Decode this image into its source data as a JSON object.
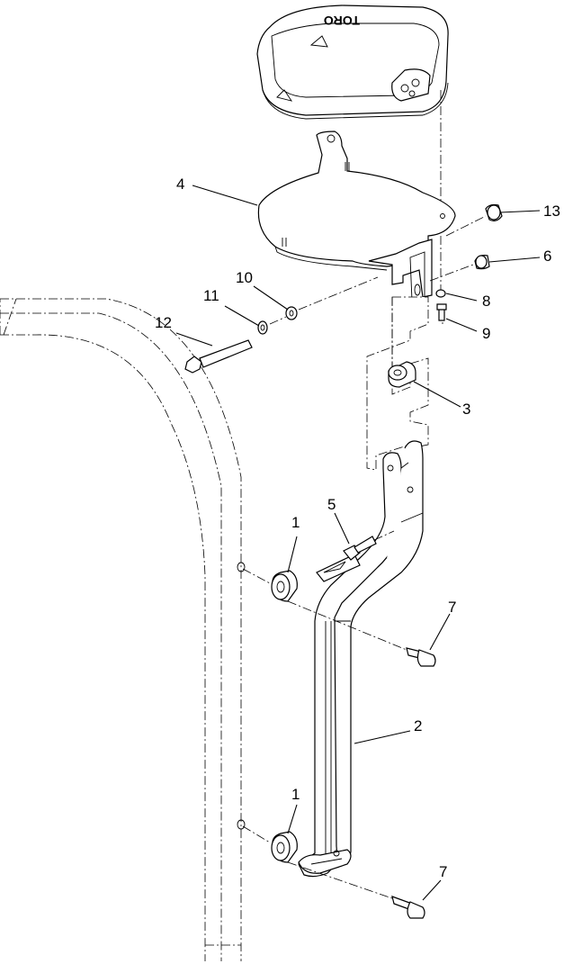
{
  "callouts": [
    {
      "id": "c1a",
      "label": "1"
    },
    {
      "id": "c1b",
      "label": "1"
    },
    {
      "id": "c2",
      "label": "2"
    },
    {
      "id": "c3",
      "label": "3"
    },
    {
      "id": "c4",
      "label": "4"
    },
    {
      "id": "c5",
      "label": "5"
    },
    {
      "id": "c6",
      "label": "6"
    },
    {
      "id": "c7a",
      "label": "7"
    },
    {
      "id": "c7b",
      "label": "7"
    },
    {
      "id": "c8",
      "label": "8"
    },
    {
      "id": "c9",
      "label": "9"
    },
    {
      "id": "c10",
      "label": "10"
    },
    {
      "id": "c11",
      "label": "11"
    },
    {
      "id": "c12",
      "label": "12"
    },
    {
      "id": "c13",
      "label": "13"
    }
  ],
  "cover_logo_text": "TORO"
}
